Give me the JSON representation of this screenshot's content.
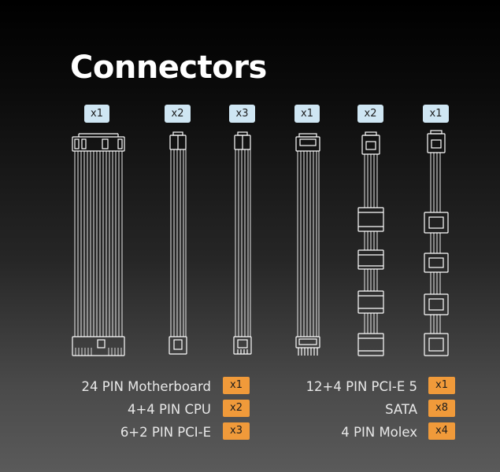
{
  "title": "Connectors",
  "cable_quantities": [
    "x1",
    "x2",
    "x3",
    "x1",
    "x2",
    "x1"
  ],
  "legend": {
    "left": [
      {
        "label": "24 PIN Motherboard",
        "qty": "x1"
      },
      {
        "label": "4+4 PIN CPU",
        "qty": "x2"
      },
      {
        "label": "6+2 PIN PCI-E",
        "qty": "x3"
      }
    ],
    "right": [
      {
        "label": "12+4 PIN PCI-E 5",
        "qty": "x1"
      },
      {
        "label": "SATA",
        "qty": "x8"
      },
      {
        "label": "4 PIN Molex",
        "qty": "x4"
      }
    ]
  },
  "colors": {
    "quantity_badge": "#cfe6f3",
    "legend_badge": "#f09a3a",
    "cable_line": "#ffffff"
  }
}
